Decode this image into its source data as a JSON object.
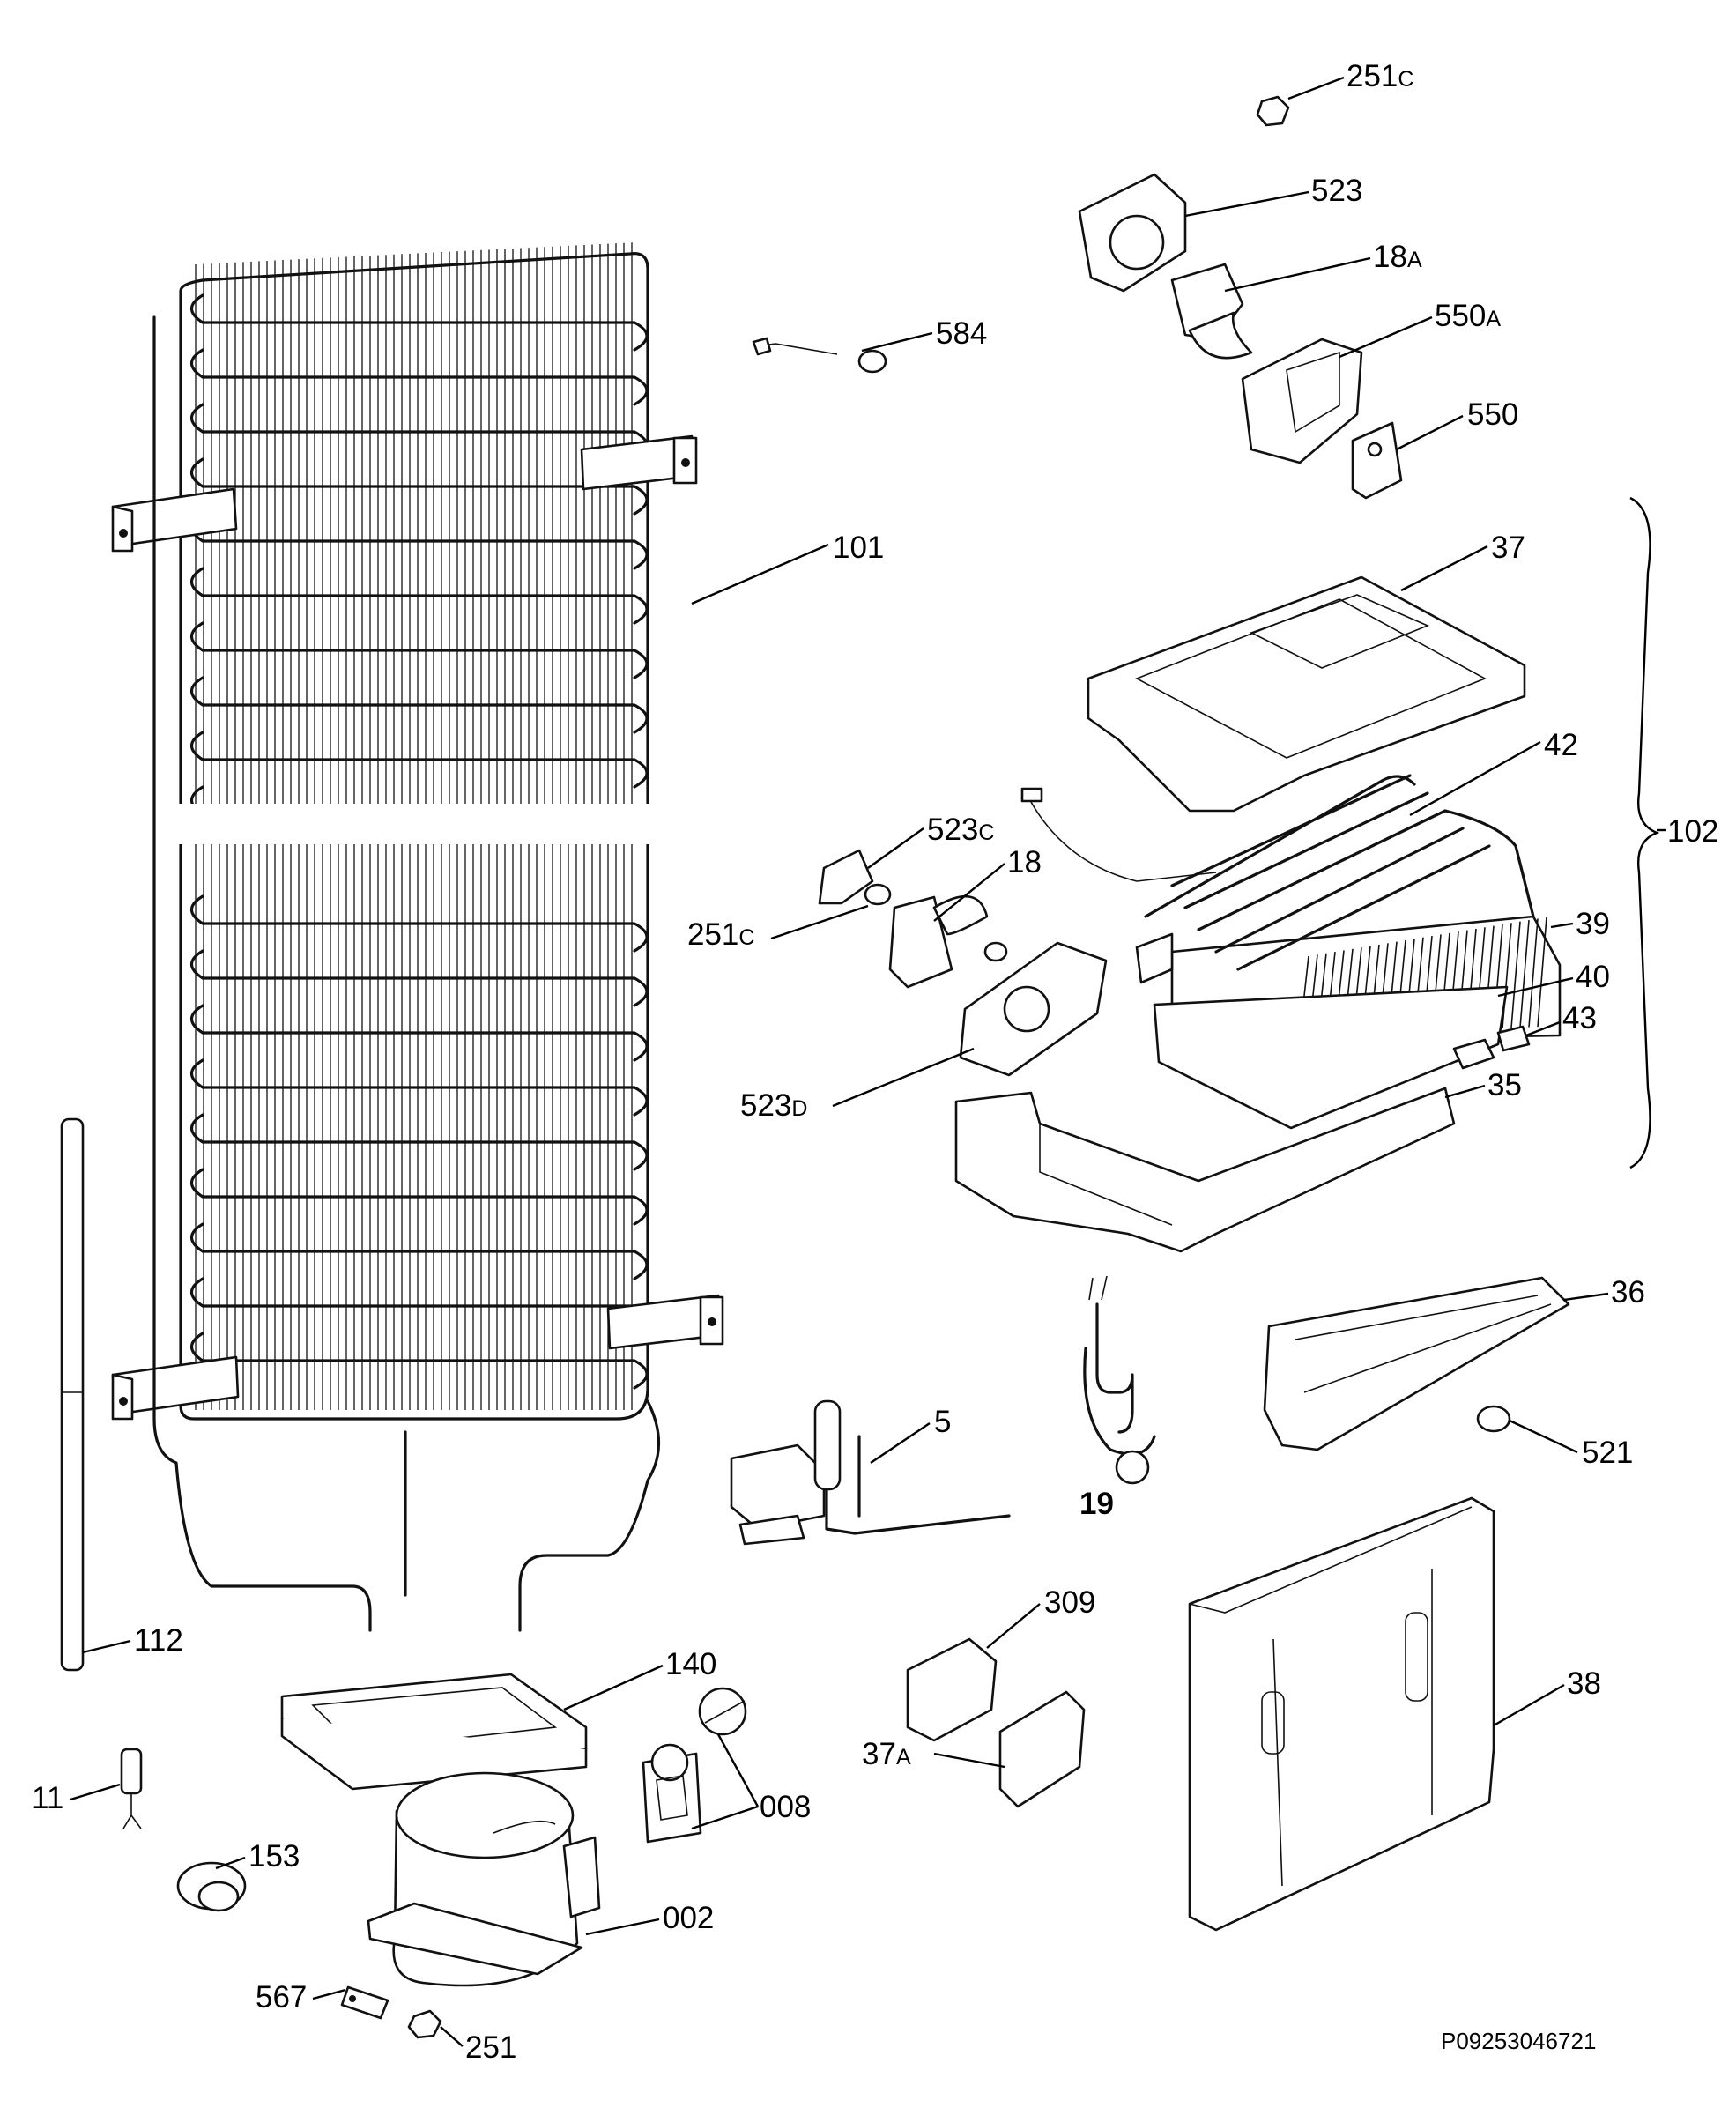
{
  "drawing_code": "P09253046721",
  "callouts": [
    {
      "id": "c251c-top",
      "num": "251",
      "sfx": "C"
    },
    {
      "id": "c523",
      "num": "523",
      "sfx": ""
    },
    {
      "id": "c18a",
      "num": "18",
      "sfx": "A"
    },
    {
      "id": "c584",
      "num": "584",
      "sfx": ""
    },
    {
      "id": "c550a",
      "num": "550",
      "sfx": "A"
    },
    {
      "id": "c550",
      "num": "550",
      "sfx": ""
    },
    {
      "id": "c101",
      "num": "101",
      "sfx": ""
    },
    {
      "id": "c37",
      "num": "37",
      "sfx": ""
    },
    {
      "id": "c42",
      "num": "42",
      "sfx": ""
    },
    {
      "id": "c102",
      "num": "102",
      "sfx": ""
    },
    {
      "id": "c523c",
      "num": "523",
      "sfx": "C"
    },
    {
      "id": "c18",
      "num": "18",
      "sfx": ""
    },
    {
      "id": "c251c-mid",
      "num": "251",
      "sfx": "C"
    },
    {
      "id": "c39",
      "num": "39",
      "sfx": ""
    },
    {
      "id": "c40",
      "num": "40",
      "sfx": ""
    },
    {
      "id": "c43",
      "num": "43",
      "sfx": ""
    },
    {
      "id": "c523d",
      "num": "523",
      "sfx": "D"
    },
    {
      "id": "c35",
      "num": "35",
      "sfx": ""
    },
    {
      "id": "c36",
      "num": "36",
      "sfx": ""
    },
    {
      "id": "c5",
      "num": "5",
      "sfx": ""
    },
    {
      "id": "c521",
      "num": "521",
      "sfx": ""
    },
    {
      "id": "c19",
      "num": "19",
      "sfx": ""
    },
    {
      "id": "c309",
      "num": "309",
      "sfx": ""
    },
    {
      "id": "c112",
      "num": "112",
      "sfx": ""
    },
    {
      "id": "c140",
      "num": "140",
      "sfx": ""
    },
    {
      "id": "c38",
      "num": "38",
      "sfx": ""
    },
    {
      "id": "c37a",
      "num": "37",
      "sfx": "A"
    },
    {
      "id": "c11",
      "num": "11",
      "sfx": ""
    },
    {
      "id": "c008",
      "num": "008",
      "sfx": ""
    },
    {
      "id": "c153",
      "num": "153",
      "sfx": ""
    },
    {
      "id": "c002",
      "num": "002",
      "sfx": ""
    },
    {
      "id": "c567",
      "num": "567",
      "sfx": ""
    },
    {
      "id": "c251",
      "num": "251",
      "sfx": ""
    }
  ]
}
